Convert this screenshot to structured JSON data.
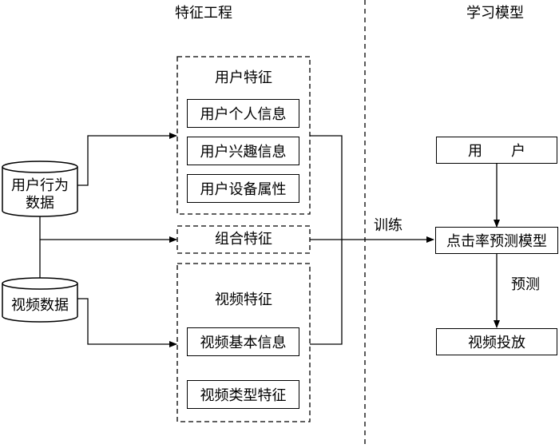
{
  "headers": {
    "feature_engineering": "特征工程",
    "learning_model": "学习模型"
  },
  "sources": {
    "user_behavior_line1": "用户行为",
    "user_behavior_line2": "数据",
    "video_data": "视频数据"
  },
  "user_features": {
    "title": "用户特征",
    "items": [
      "用户个人信息",
      "用户兴趣信息",
      "用户设备属性"
    ]
  },
  "combined_feature": "组合特征",
  "video_features": {
    "title": "视频特征",
    "items": [
      "视频基本信息",
      "视频类型特征"
    ]
  },
  "edges": {
    "train": "训练",
    "predict": "预测"
  },
  "model": {
    "user": "用　　户",
    "ctr_model": "点击率预测模型",
    "video_delivery": "视频投放"
  }
}
